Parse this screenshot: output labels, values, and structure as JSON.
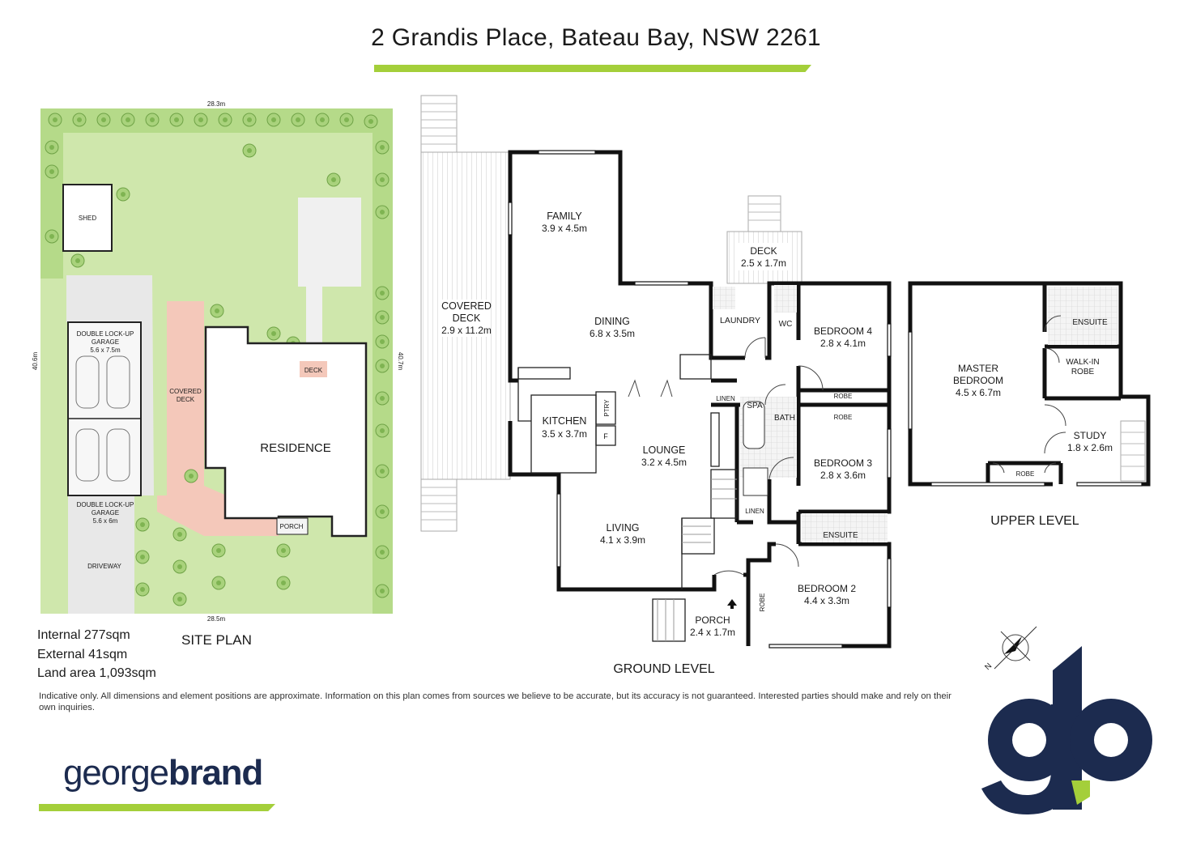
{
  "header": {
    "title": "2 Grandis Place, Bateau Bay, NSW 2261"
  },
  "site_plan": {
    "title": "SITE PLAN",
    "dims": {
      "top": "28.3m",
      "bottom": "28.5m",
      "left": "40.6m",
      "right": "40.7m"
    },
    "labels": {
      "shed": "SHED",
      "garage1_name": "DOUBLE LOCK-UP",
      "garage1_word": "GARAGE",
      "garage1_size": "5.6 x 7.5m",
      "garage2_name": "DOUBLE LOCK-UP",
      "garage2_word": "GARAGE",
      "garage2_size": "5.6 x 6m",
      "covered_deck_1": "COVERED",
      "covered_deck_2": "DECK",
      "residence": "RESIDENCE",
      "deck": "DECK",
      "porch": "PORCH",
      "driveway": "DRIVEWAY"
    }
  },
  "stats": {
    "internal": "Internal 277sqm",
    "external": "External 41sqm",
    "land": "Land area 1,093sqm"
  },
  "ground_level": {
    "title": "GROUND LEVEL",
    "rooms": {
      "covered_deck_1": "COVERED",
      "covered_deck_2": "DECK",
      "covered_deck_size": "2.9 x 11.2m",
      "family": "FAMILY",
      "family_size": "3.9 x 4.5m",
      "dining": "DINING",
      "dining_size": "6.8 x 3.5m",
      "kitchen": "KITCHEN",
      "kitchen_size": "3.5 x 3.7m",
      "ptry": "PTRY",
      "f": "F",
      "lounge": "LOUNGE",
      "lounge_size": "3.2 x 4.5m",
      "living": "LIVING",
      "living_size": "4.1 x 3.9m",
      "deck": "DECK",
      "deck_size": "2.5 x 1.7m",
      "laundry": "LAUNDRY",
      "wc": "WC",
      "bed4": "BEDROOM 4",
      "bed4_size": "2.8 x 4.1m",
      "robe_a": "ROBE",
      "robe_b": "ROBE",
      "linen_a": "LINEN",
      "spa": "SPA",
      "bath": "BATH",
      "bed3": "BEDROOM 3",
      "bed3_size": "2.8 x 3.6m",
      "linen_b": "LINEN",
      "ensuite": "ENSUITE",
      "bed2": "BEDROOM 2",
      "bed2_size": "4.4 x 3.3m",
      "robe_c": "ROBE",
      "porch": "PORCH",
      "porch_size": "2.4 x 1.7m"
    }
  },
  "upper_level": {
    "title": "UPPER LEVEL",
    "rooms": {
      "master_1": "MASTER",
      "master_2": "BEDROOM",
      "master_size": "4.5 x 6.7m",
      "ensuite": "ENSUITE",
      "walkin_1": "WALK-IN",
      "walkin_2": "ROBE",
      "study": "STUDY",
      "study_size": "1.8 x 2.6m",
      "robe": "ROBE"
    }
  },
  "compass": {
    "north_label": "N"
  },
  "disclaimer": "Indicative only. All dimensions and element positions are approximate. Information on this plan comes from sources we believe to be accurate, but its accuracy is not guaranteed. Interested parties should make and rely on their own inquiries.",
  "brand": {
    "name_light": "george",
    "name_bold": "brand",
    "logo_mark": "gb"
  },
  "colors": {
    "accent_green": "#a4cf3a",
    "navy": "#1c2b4f",
    "lawn": "#cde6a8",
    "hedge": "#b8dc8c",
    "paving": "#f3c9bc"
  }
}
